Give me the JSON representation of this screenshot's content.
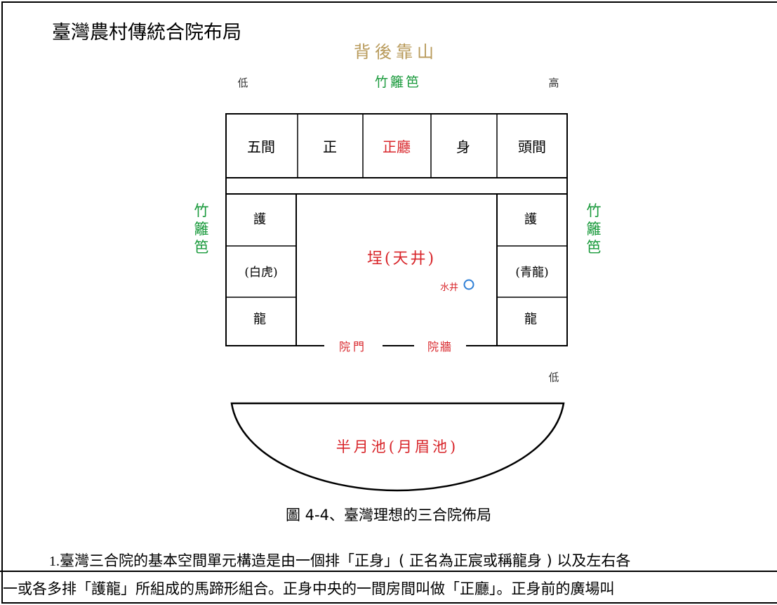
{
  "page": {
    "heading": "臺灣農村傳統合院布局",
    "caption": "圖 4-4、臺灣理想的三合院佈局",
    "paragraph_num": "1.",
    "paragraph_line1": "臺灣三合院的基本空間單元構造是由一個排「正身」( 正名為正宸或稱龍身 ) 以及左右各",
    "paragraph_line2": "一或各多排「護龍」所組成的馬蹄形組合。正身中央的一間房間叫做「正廳」。正身前的廣場叫"
  },
  "diagram": {
    "top_label": "背後靠山",
    "top_fence": "竹籬笆",
    "low_left": "低",
    "high_right": "高",
    "low_bottom_right": "低",
    "main_row": [
      "五間",
      "正",
      "正廳",
      "身",
      "頭間"
    ],
    "left_wing": [
      "護",
      "(白虎)",
      "龍"
    ],
    "right_wing": [
      "護",
      "(青龍)",
      "龍"
    ],
    "side_fence_left": [
      "竹",
      "籬",
      "笆"
    ],
    "side_fence_right": [
      "竹",
      "籬",
      "笆"
    ],
    "courtyard": "埕(天井)",
    "well": "水井",
    "gate": "院門",
    "wall": "院牆",
    "pond": "半月池(月眉池)",
    "colors": {
      "green": "#1a9a3c",
      "red": "#d8252a",
      "tan": "#b89a5a",
      "well_blue": "#2e7fd6"
    }
  }
}
